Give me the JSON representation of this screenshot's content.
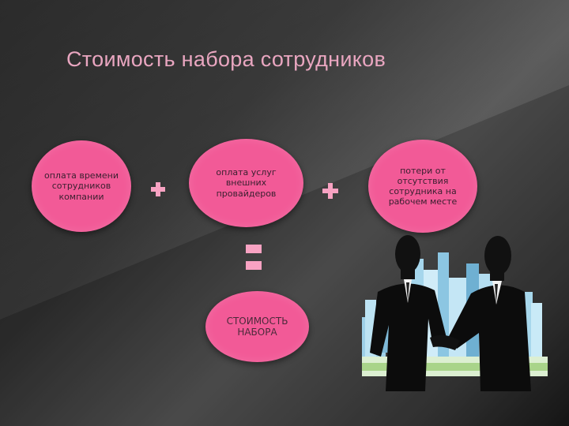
{
  "title": "Стоимость набора сотрудников",
  "ovals": [
    "оплата времени сотрудников компании",
    "оплата услуг внешних провайдеров",
    "потери от отсутствия сотрудника на рабочем месте"
  ],
  "result": "СТОИМОСТЬ НАБОРА",
  "colors": {
    "oval": "#f25a97",
    "operator": "#f8a2c2",
    "title": "#e9a6c0"
  },
  "illustration": {
    "icon": "handshake-businessmen-city-icon"
  }
}
